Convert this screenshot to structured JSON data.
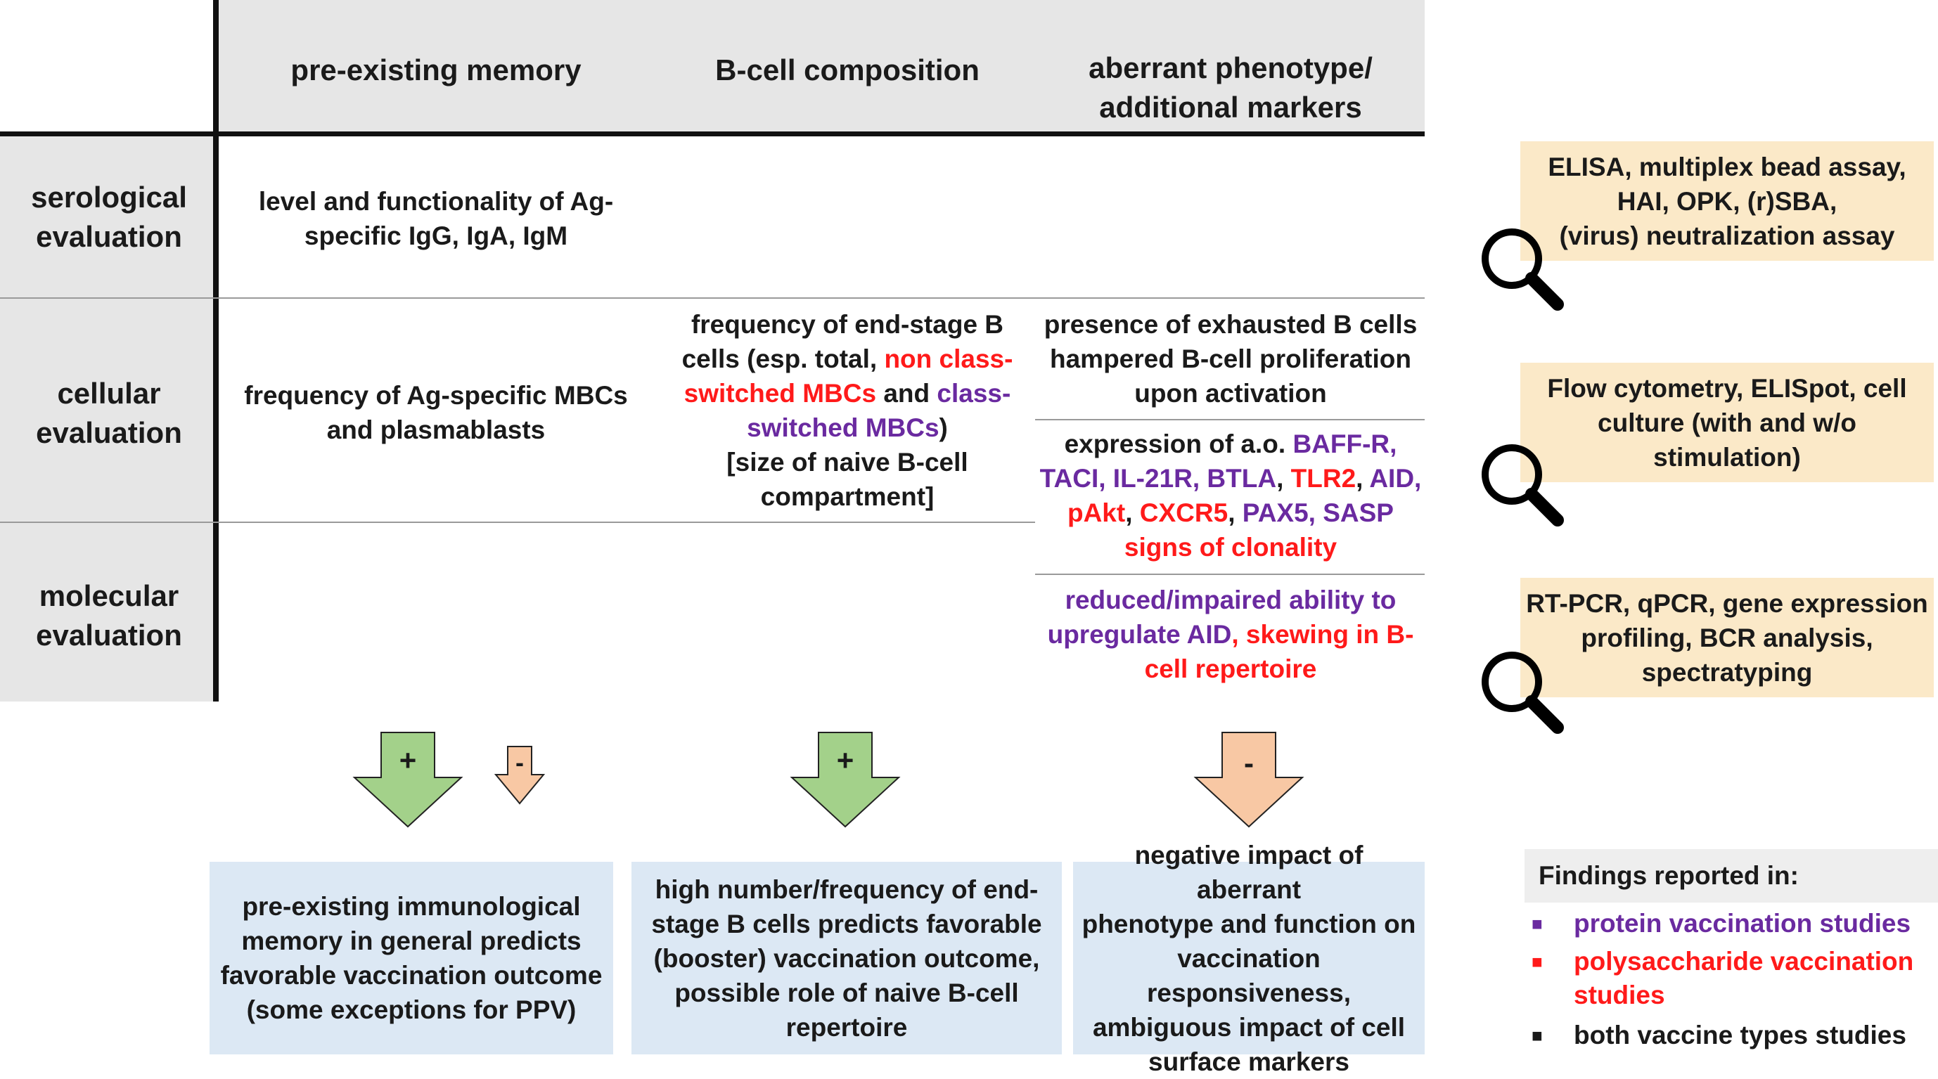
{
  "columns": {
    "col1": "pre-existing memory",
    "col2": "B-cell composition",
    "col3_line1": "aberrant phenotype/",
    "col3_line2": "additional markers"
  },
  "rows": {
    "serological_l1": "serological",
    "serological_l2": "evaluation",
    "cellular_l1": "cellular",
    "cellular_l2": "evaluation",
    "molecular_l1": "molecular",
    "molecular_l2": "evaluation"
  },
  "cells": {
    "sero_mem_l1": "level and functionality of Ag-",
    "sero_mem_l2": "specific IgG, IgA, IgM",
    "cell_mem_l1": "frequency of Ag-specific MBCs",
    "cell_mem_l2": "and plasmablasts",
    "comp": {
      "l1": "frequency of end-stage B",
      "l2a": "cells (esp. total, ",
      "l2b": "non class-",
      "l3a": "switched MBCs",
      "l3b": " and ",
      "l3c": "class-",
      "l4a": "switched MBCs",
      "l4b": ")",
      "l5": "[size of naive B-cell",
      "l6": "compartment]"
    },
    "aberr1": {
      "l1": "presence of exhausted B cells",
      "l2": "hampered B-cell proliferation",
      "l3": "upon activation"
    },
    "aberr2": {
      "l1a": "expression of a.o. ",
      "l1b": "BAFF-R,",
      "l2a": "TACI, IL-21R, BTLA",
      "l2b": ", ",
      "l2c": "TLR2",
      "l2d": ", ",
      "l2e": "AID,",
      "l3a": "pAkt",
      "l3b": ", ",
      "l3c": "CXCR5",
      "l3d": ",  ",
      "l3e": "PAX5, SASP",
      "l4": "signs of clonality"
    },
    "aberr3": {
      "l1": "reduced/impaired ability to",
      "l2a": "upregulate AID",
      "l2b": ", skewing in B-",
      "l3": "cell repertoire"
    }
  },
  "methods": {
    "serological": [
      "ELISA, multiplex bead assay,",
      "HAI, OPK, (r)SBA,",
      "(virus) neutralization assay"
    ],
    "cellular": [
      "Flow cytometry, ELISpot, cell",
      "culture (with and w/o",
      "stimulation)"
    ],
    "molecular": [
      "RT-PCR, qPCR, gene expression",
      "profiling, BCR analysis,",
      "spectratyping"
    ]
  },
  "arrows": {
    "mem_plus": "+",
    "mem_minus": "-",
    "comp_plus": "+",
    "aberr_minus": "-"
  },
  "outcomes": {
    "mem": [
      "pre-existing immunological",
      "memory in general predicts",
      "favorable vaccination outcome",
      "(some exceptions for PPV)"
    ],
    "comp": [
      "high number/frequency of end-",
      "stage B cells predicts favorable",
      "(booster) vaccination outcome,",
      "possible role of naive B-cell",
      "repertoire"
    ],
    "aberr": [
      "negative impact of aberrant",
      "phenotype and function on",
      "vaccination responsiveness,",
      "ambiguous impact of cell",
      "surface markers"
    ]
  },
  "legend": {
    "title": "Findings reported in:",
    "protein": "protein vaccination studies",
    "poly_l1": "polysaccharide vaccination",
    "poly_l2": "studies",
    "both": "both vaccine types studies",
    "bullet": "■"
  },
  "colors": {
    "protein": "#6a2aa0",
    "polysaccharide": "#ff1a1a",
    "positive_arrow": "#a3d18a",
    "negative_arrow": "#f8c8a4",
    "outcome_box": "#dce8f4",
    "method_box": "#fbe9c8",
    "header_bg": "#e6e6e6"
  },
  "icons": [
    "magnifier-icon"
  ]
}
